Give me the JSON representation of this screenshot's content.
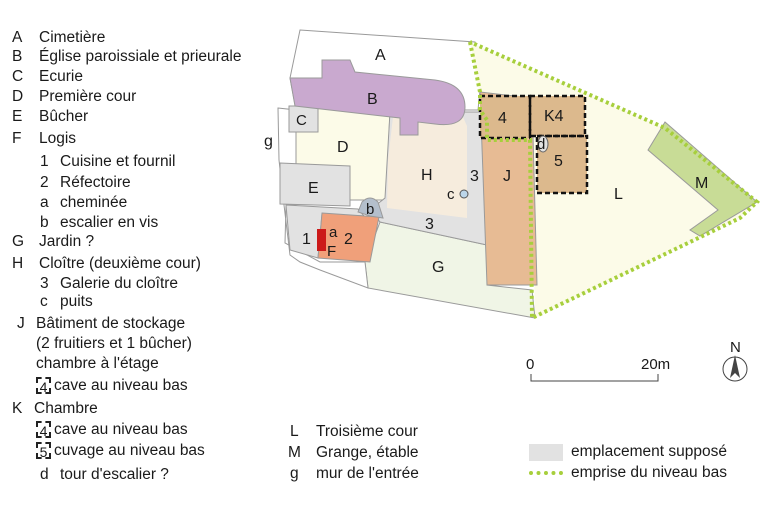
{
  "legend": {
    "A": {
      "key": "A",
      "text": "Cimetière"
    },
    "B": {
      "key": "B",
      "text": "Église paroissiale et prieurale"
    },
    "C": {
      "key": "C",
      "text": "Ecurie"
    },
    "D": {
      "key": "D",
      "text": "Première cour"
    },
    "E": {
      "key": "E",
      "text": "Bûcher"
    },
    "F": {
      "key": "F",
      "text": "Logis"
    },
    "F1": {
      "key": "1",
      "text": "Cuisine et fournil"
    },
    "F2": {
      "key": "2",
      "text": "Réfectoire"
    },
    "Fa": {
      "key": "a",
      "text": "cheminée"
    },
    "Fb": {
      "key": "b",
      "text": "escalier en vis"
    },
    "G": {
      "key": "G",
      "text": "Jardin ?"
    },
    "H": {
      "key": "H",
      "text": "Cloître (deuxième cour)"
    },
    "H3": {
      "key": "3",
      "text": "Galerie du cloître"
    },
    "Hc": {
      "key": "c",
      "text": "puits"
    },
    "J": {
      "key": "J",
      "text": "Bâtiment de stockage"
    },
    "J_line2": "(2 fruitiers et 1 bûcher)",
    "J_line3": "chambre à l'étage",
    "J4": {
      "box": "4",
      "text": "cave au niveau bas"
    },
    "K": {
      "key": "K",
      "text": "Chambre"
    },
    "K4": {
      "box": "4",
      "text": "cave au niveau bas"
    },
    "K5": {
      "box": "5",
      "text": "cuvage au niveau bas"
    },
    "Kd": {
      "key": "d",
      "text": "tour d'escalier ?"
    },
    "L": {
      "key": "L",
      "text": "Troisième cour"
    },
    "M": {
      "key": "M",
      "text": "Grange, étable"
    },
    "g": {
      "key": "g",
      "text": "mur de l'entrée"
    }
  },
  "map_labels": {
    "A": "A",
    "B": "B",
    "C": "C",
    "D": "D",
    "E": "E",
    "g": "g",
    "H": "H",
    "J": "J",
    "L": "L",
    "M": "M",
    "G": "G",
    "n1": "1",
    "n2": "2",
    "a": "a",
    "F": "F",
    "b": "b",
    "c": "c",
    "n3a": "3",
    "n3b": "3",
    "n4": "4",
    "K4": "K4",
    "n5": "5",
    "d": "d"
  },
  "scale": {
    "start": "0",
    "end": "20m"
  },
  "north": "N",
  "key_legend": {
    "supposed": "emplacement supposé",
    "lower_level": "emprise du niveau bas"
  },
  "colors": {
    "church": "#c9a9cf",
    "cloister": "#f6ecdd",
    "storage": "#e7bb94",
    "refectory": "#f0a07a",
    "chimney": "#cc1a1a",
    "cellar": "#dcb98d",
    "courtyard": "#fcfbe8",
    "garden": "#f0f5e6",
    "barn": "#c8dc96",
    "supposed": "#e2e2e2",
    "stair": "#b4bfcc",
    "dotted": "#a7cf3c",
    "outline": "#9a9a9a"
  }
}
